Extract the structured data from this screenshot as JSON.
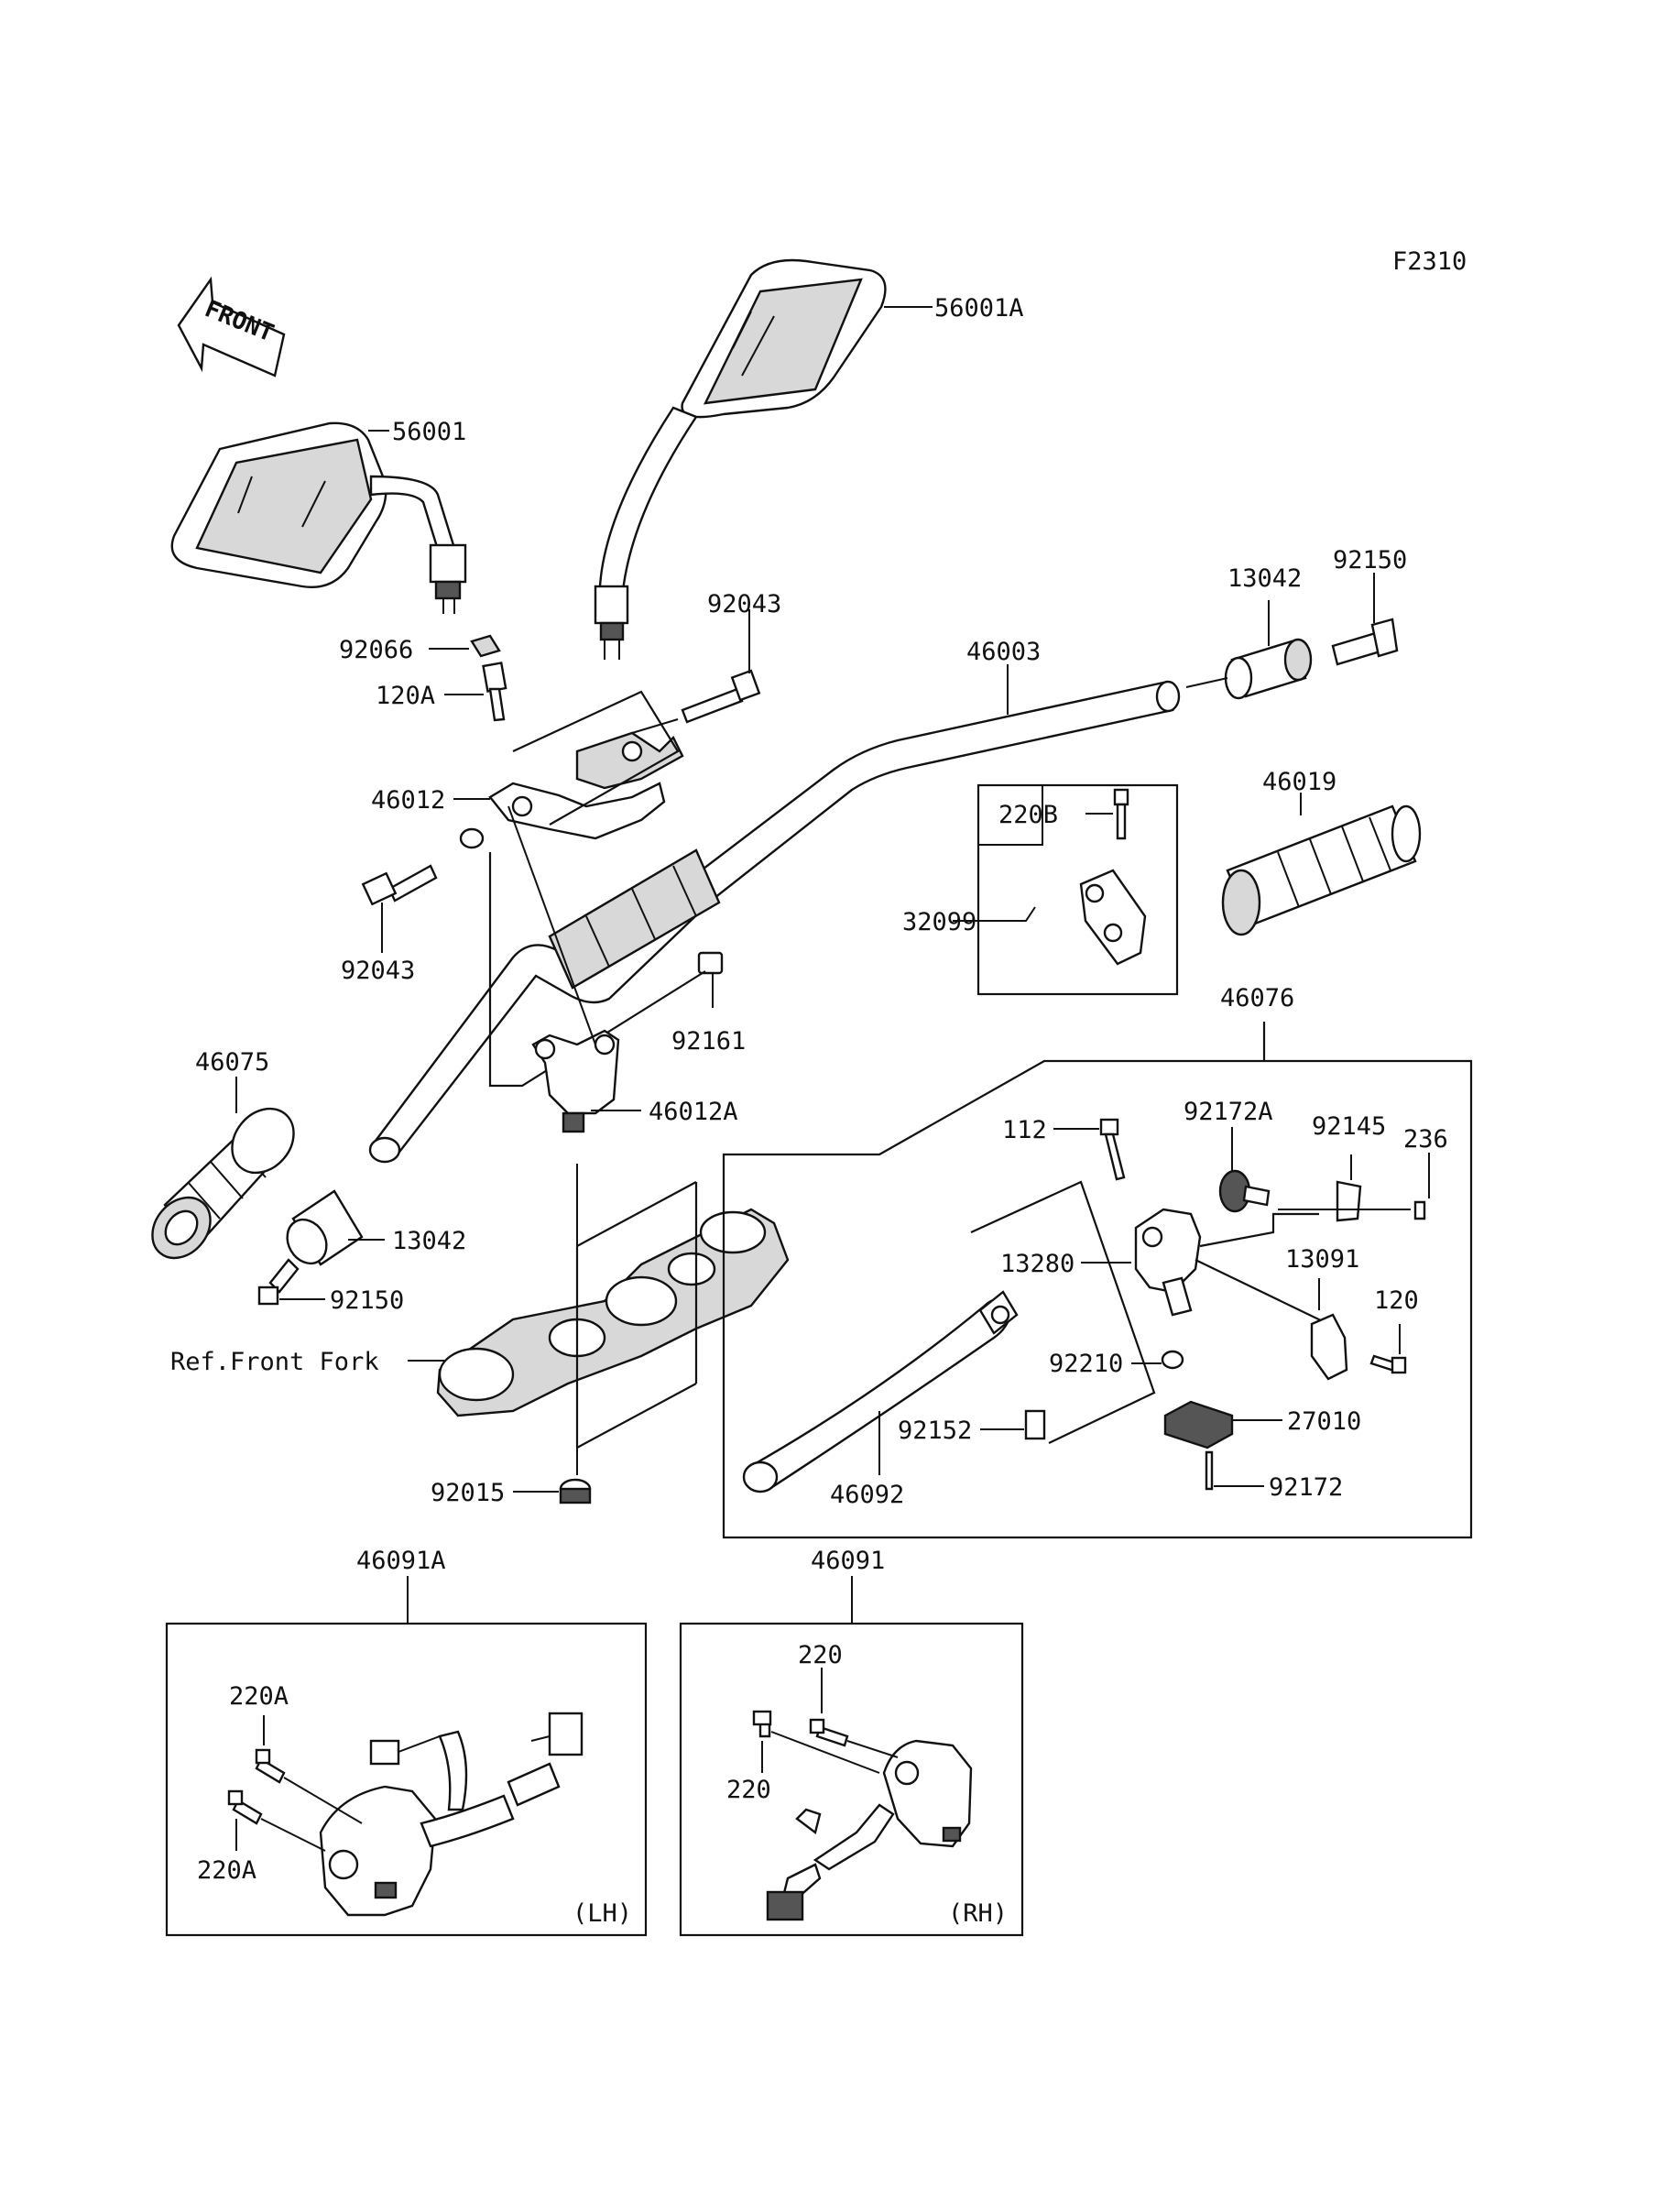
{
  "figure_code": "F2310",
  "front_label": "FRONT",
  "ref_label": "Ref.Front Fork",
  "lh_label": "(LH)",
  "rh_label": "(RH)",
  "labels": {
    "p56001A": "56001A",
    "p56001": "56001",
    "p92043_top": "92043",
    "p46003": "46003",
    "p13042_right": "13042",
    "p92150_right": "92150",
    "p92066": "92066",
    "p120A": "120A",
    "p46012": "46012",
    "p92043_left": "92043",
    "p46019": "46019",
    "p220B": "220B",
    "p32099": "32099",
    "p92161": "92161",
    "p46075": "46075",
    "p46012A": "46012A",
    "p46076": "46076",
    "p112": "112",
    "p92172A": "92172A",
    "p92145": "92145",
    "p236": "236",
    "p13042_left": "13042",
    "p92150_left": "92150",
    "p13280": "13280",
    "p13091": "13091",
    "p120": "120",
    "p92210": "92210",
    "p27010": "27010",
    "p92152": "92152",
    "p92015": "92015",
    "p46092": "46092",
    "p92172": "92172",
    "p46091A": "46091A",
    "p46091": "46091",
    "p220A_top": "220A",
    "p220A_bottom": "220A",
    "p220_top": "220",
    "p220_left": "220"
  }
}
